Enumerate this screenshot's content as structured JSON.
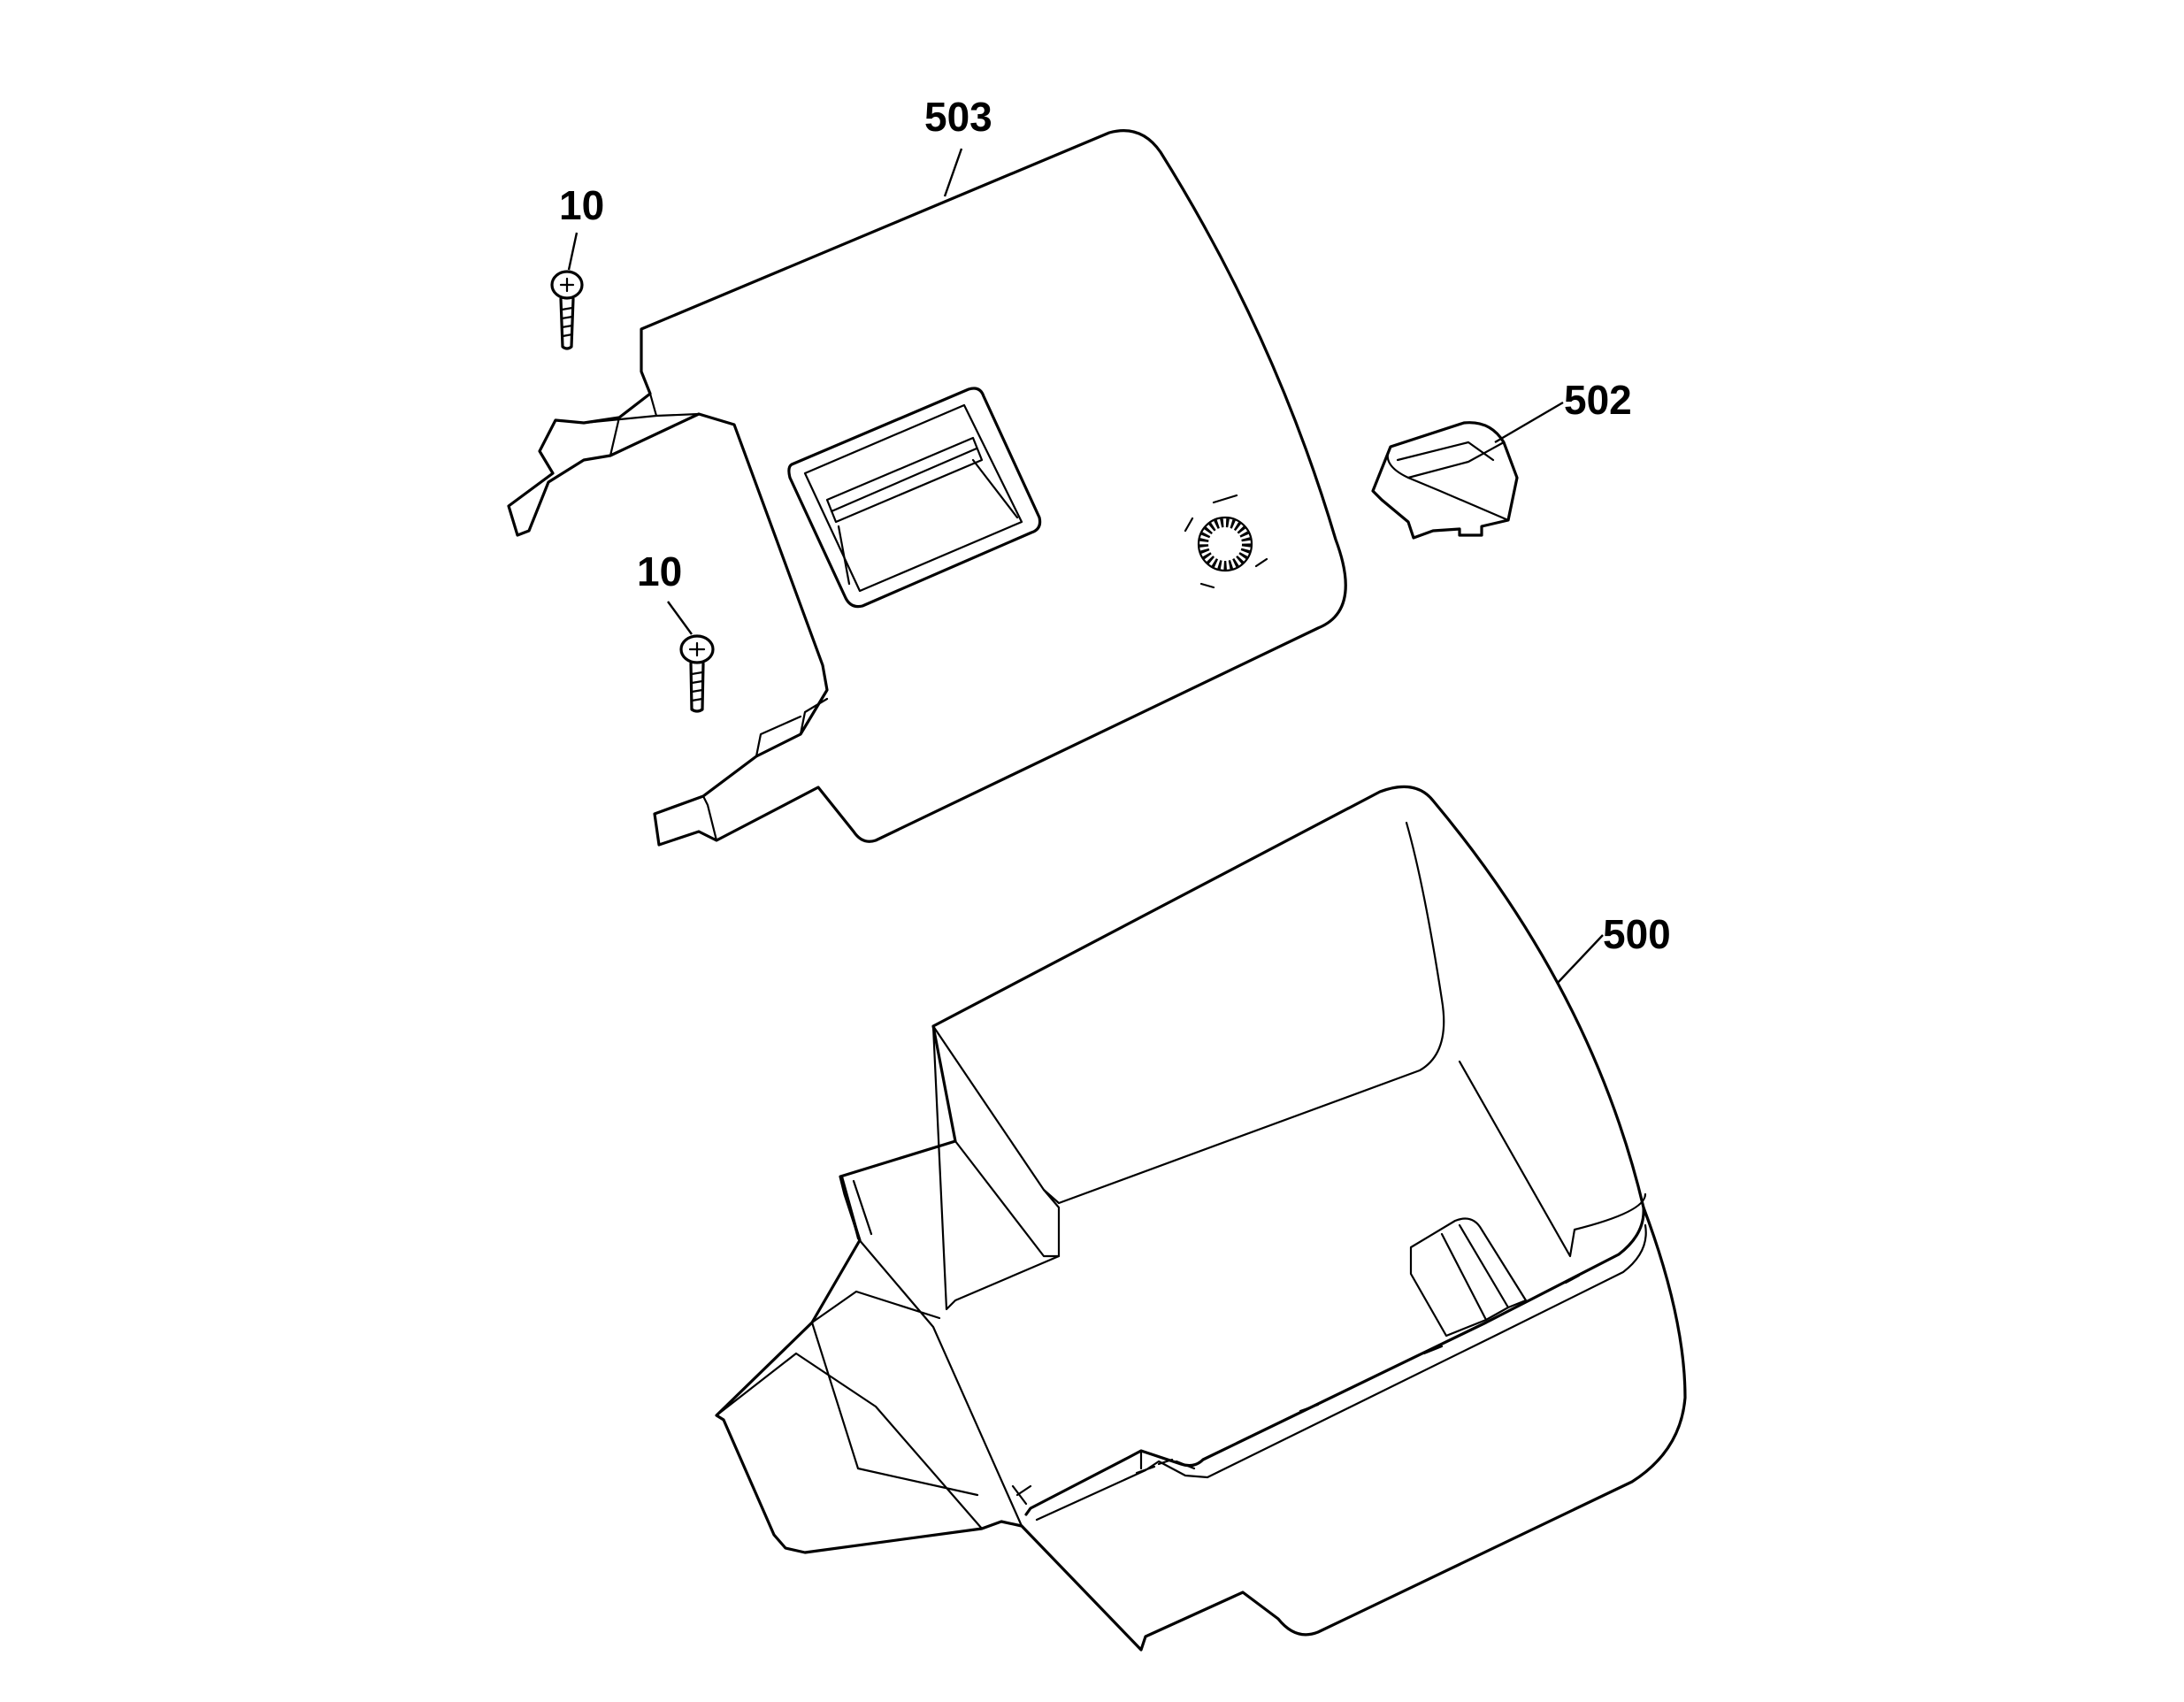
{
  "callouts": {
    "part_503": "503",
    "part_502": "502",
    "part_500": "500",
    "screw_top": "10",
    "screw_bottom": "10"
  },
  "colors": {
    "line": "#000000",
    "background": "#ffffff"
  }
}
